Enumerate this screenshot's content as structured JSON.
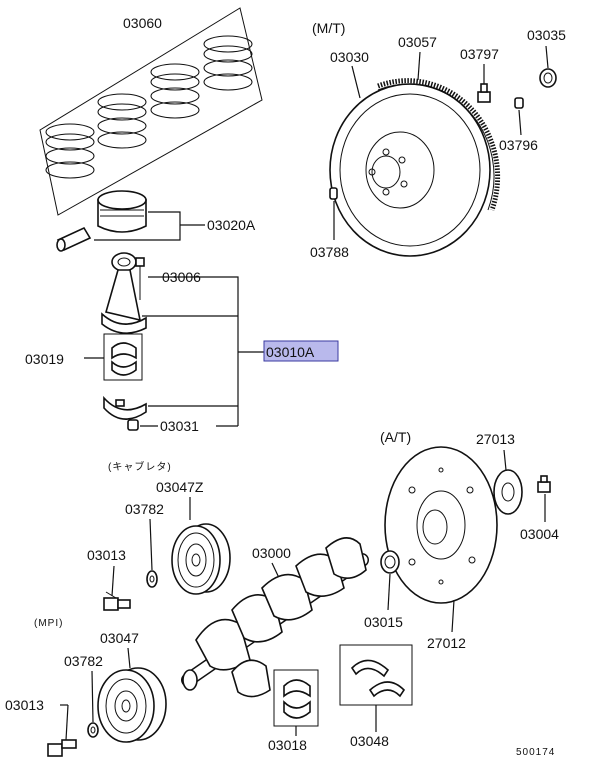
{
  "labels": {
    "p03060": "03060",
    "p03020a": "03020A",
    "p03006": "03006",
    "p03019": "03019",
    "p03010a": "03010A",
    "p03031": "03031",
    "mt": "(M/T)",
    "p03030": "03030",
    "p03057": "03057",
    "p03797": "03797",
    "p03035": "03035",
    "p03796": "03796",
    "p03788": "03788",
    "at": "(A/T)",
    "p27013": "27013",
    "p03004": "03004",
    "p27012": "27012",
    "carb": "(キャブレタ)",
    "p03047z": "03047Z",
    "p03782a": "03782",
    "p03013a": "03013",
    "p03000": "03000",
    "p03015": "03015",
    "mpi": "(MPI)",
    "p03047": "03047",
    "p03782b": "03782",
    "p03013b": "03013",
    "p03018": "03018",
    "p03048": "03048",
    "diagram_no": "500174"
  },
  "highlight_color": "#b9b9ec"
}
